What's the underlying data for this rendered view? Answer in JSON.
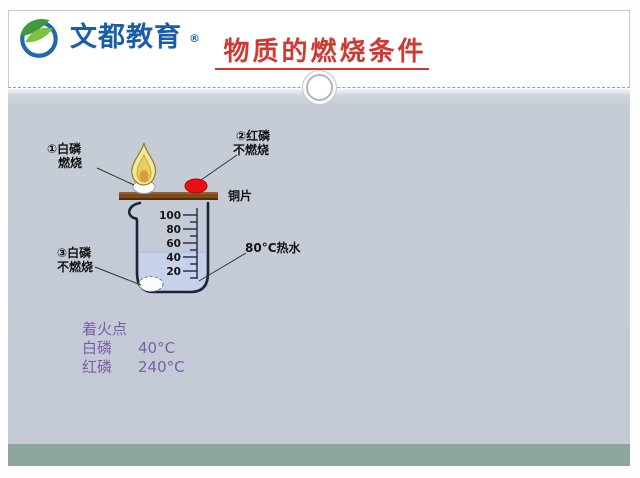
{
  "logo": {
    "text": "文都教育",
    "registered": "®"
  },
  "header": {
    "title": "物质的燃烧条件"
  },
  "diagram": {
    "labels": {
      "white_p_burning_line1": "①白磷",
      "white_p_burning_line2": "燃烧",
      "red_p_not_burning_line1": "②红磷",
      "red_p_not_burning_line2": "不燃烧",
      "white_p_underwater_line1": "③白磷",
      "white_p_underwater_line2": "不燃烧",
      "copper_sheet": "铜片",
      "hot_water": "80°C热水"
    },
    "beaker_scale": [
      "100",
      "80",
      "60",
      "40",
      "20"
    ]
  },
  "notes": {
    "heading": "着火点",
    "rows": [
      {
        "label": "白磷",
        "value": "40°C"
      },
      {
        "label": "红磷",
        "value": "240°C"
      }
    ]
  },
  "colors": {
    "title_red": "#ce3a31",
    "notes_purple": "#7a5fa8",
    "body_gray": "#c6ccd6",
    "footer_sage": "#8ba59f",
    "logo_blue": "#1b5ea8",
    "leaf_green_dark": "#3f9a3a",
    "leaf_green_light": "#7cc142",
    "copper_brown": "#7b4a1d",
    "water_blue": "#c7d1e9",
    "red_phosphorus": "#e81010",
    "flame_yellow": "#f3e992"
  }
}
